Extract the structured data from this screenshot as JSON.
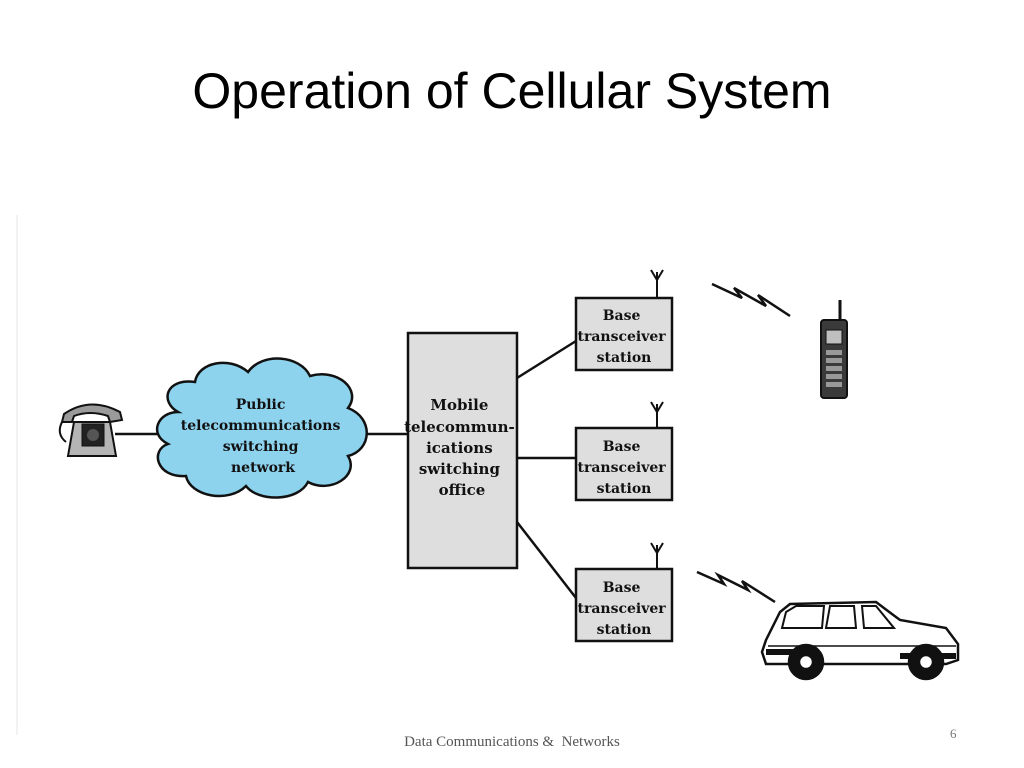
{
  "slide": {
    "title": "Operation of Cellular System",
    "footer": "Data Communications &  Networks",
    "page_number": "6"
  },
  "diagram": {
    "cloud": {
      "lines": [
        "Public",
        "telecommunications",
        "switching",
        "network"
      ],
      "fill": "#8ed3ee"
    },
    "office": {
      "lines": [
        "Mobile",
        "telecommun-",
        "ications",
        "switching",
        "office"
      ],
      "fill": "#dedede"
    },
    "base_stations": [
      {
        "lines": [
          "Base",
          "transceiver",
          "station"
        ]
      },
      {
        "lines": [
          "Base",
          "transceiver",
          "station"
        ]
      },
      {
        "lines": [
          "Base",
          "transceiver",
          "station"
        ]
      }
    ],
    "icons": {
      "telephone": "telephone-icon",
      "mobile_phone": "mobile-phone-icon",
      "car": "car-icon",
      "radio_link": "lightning-bolt-icon",
      "antenna": "antenna-icon"
    },
    "colors": {
      "box_fill": "#dedede",
      "cloud_fill": "#8ed3ee",
      "stroke": "#111111"
    }
  }
}
